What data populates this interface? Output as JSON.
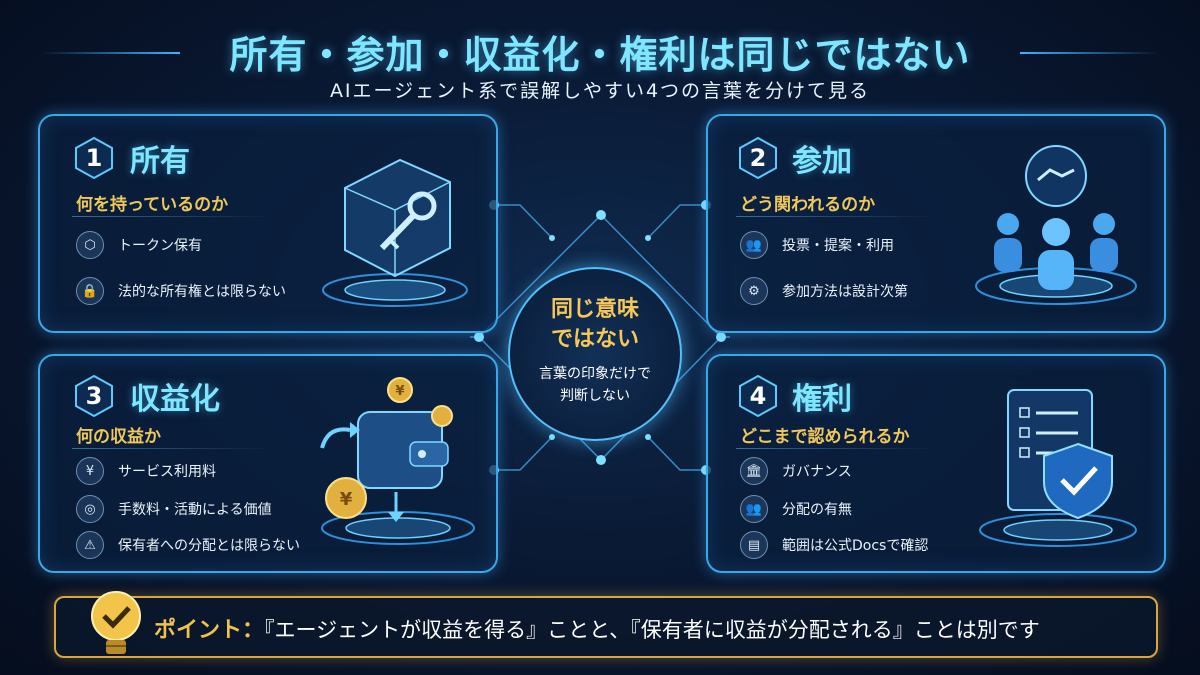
{
  "title": "所有・参加・収益化・権利は同じではない",
  "subtitle": "AIエージェント系で誤解しやすい4つの言葉を分けて見る",
  "cards": [
    {
      "num": "1",
      "title": "所有",
      "question": "何を持っているのか",
      "items": [
        {
          "icon": "cube-icon",
          "text": "トークン保有"
        },
        {
          "icon": "shield-lock-icon",
          "text": "法的な所有権とは限らない"
        }
      ]
    },
    {
      "num": "2",
      "title": "参加",
      "question": "どう関われるのか",
      "items": [
        {
          "icon": "people-icon",
          "text": "投票・提案・利用"
        },
        {
          "icon": "gear-icon",
          "text": "参加方法は設計次第"
        }
      ]
    },
    {
      "num": "3",
      "title": "収益化",
      "question": "何の収益か",
      "items": [
        {
          "icon": "yen-icon",
          "text": "サービス利用料"
        },
        {
          "icon": "coins-icon",
          "text": "手数料・活動による価値"
        },
        {
          "icon": "warning-icon",
          "text": "保有者への分配とは限らない"
        }
      ]
    },
    {
      "num": "4",
      "title": "権利",
      "question": "どこまで認められるか",
      "items": [
        {
          "icon": "bank-icon",
          "text": "ガバナンス"
        },
        {
          "icon": "people-icon",
          "text": "分配の有無"
        },
        {
          "icon": "document-icon",
          "text": "範囲は公式Docsで確認"
        }
      ]
    }
  ],
  "center": {
    "title_line1": "同じ意味",
    "title_line2": "ではない",
    "sub_line1": "言葉の印象だけで",
    "sub_line2": "判断しない"
  },
  "point": {
    "label": "ポイント：",
    "text": "『エージェントが収益を得る』ことと、『保有者に収益が分配される』ことは別です"
  },
  "colors": {
    "accent": "#3aa7e6",
    "title": "#7fe6ff",
    "gold": "#f2c14e",
    "background": "#07142a"
  }
}
